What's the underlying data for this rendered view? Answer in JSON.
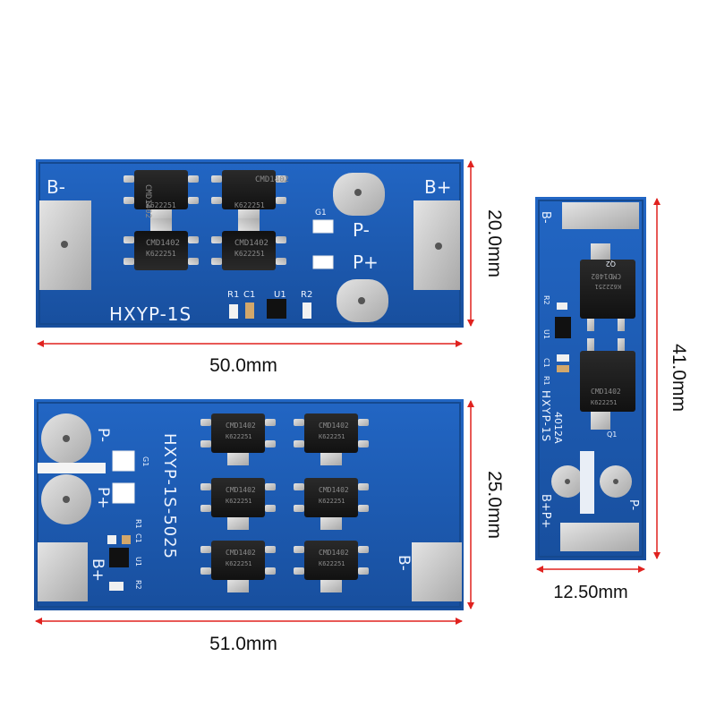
{
  "colors": {
    "pcb": "#1c5fb8",
    "pcb_dark": "#0f3f8a",
    "dimension_line": "#e0221f",
    "silkscreen": "#eef4ff",
    "mosfet_body": "#1a1a1a",
    "pad_metal": "#c9c9c9"
  },
  "board_a": {
    "label": "HXYP-1S",
    "terminal_b_minus": "B-",
    "terminal_b_plus": "B+",
    "terminal_p_minus": "P-",
    "terminal_p_plus": "P+",
    "ref_g1": "G1",
    "ref_r1": "R1",
    "ref_c1": "C1",
    "ref_u1": "U1",
    "ref_r2": "R2",
    "chip_marks": [
      "CMD1402",
      "CMD1402",
      "CMD1402",
      "CMD1402"
    ],
    "chip_codes": [
      "K622251",
      "K622251",
      "K622251",
      "K622251"
    ],
    "width_label": "50.0mm",
    "height_label": "20.0mm"
  },
  "board_b": {
    "label": "HXYP-1S-5025",
    "terminal_p_minus": "P-",
    "terminal_p_plus": "P+",
    "terminal_b_plus": "B+",
    "terminal_b_minus": "B-",
    "ref_g1": "G1",
    "ref_r1": "R1",
    "ref_c1": "C1",
    "ref_u1": "U1",
    "ref_r2": "R2",
    "chip_marks": [
      "CMD1402",
      "CMD1402",
      "CMD1402",
      "CMD1402",
      "CMD1402",
      "CMD1402"
    ],
    "chip_codes": [
      "K622251",
      "K622251",
      "K622251",
      "K622251",
      "K622251",
      "K622251"
    ],
    "width_label": "51.0mm",
    "height_label": "25.0mm"
  },
  "board_c": {
    "label": "HXYP-1S",
    "sublabel": "4012A",
    "terminal_b_minus": "B-",
    "terminal_b_plus_p_plus": "B+P+",
    "terminal_p_minus": "P-",
    "ref_r2": "R2",
    "ref_u1": "U1",
    "ref_c1": "C1",
    "ref_r1": "R1",
    "ref_q2": "Q2",
    "ref_q1": "Q1",
    "chip_marks": [
      "CMD1402",
      "CMD1402"
    ],
    "chip_codes": [
      "K622251",
      "K622251"
    ],
    "width_label": "12.50mm",
    "height_label": "41.0mm"
  }
}
